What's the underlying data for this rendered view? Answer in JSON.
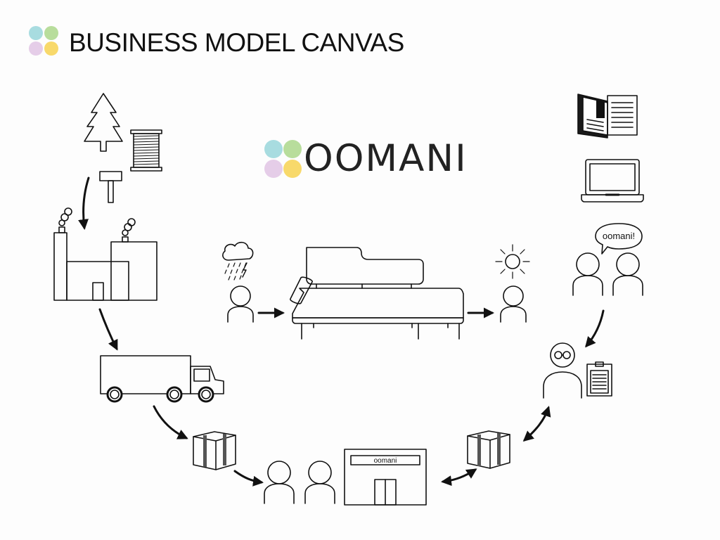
{
  "header": {
    "title": "BUSINESS MODEL CANVAS",
    "logo_colors": [
      "#a8dce0",
      "#b8dd9c",
      "#e5cde8",
      "#f8d96b"
    ]
  },
  "brand": {
    "name": "OOMANI",
    "logo_colors": [
      "#a8dce0",
      "#b8dd9c",
      "#e5cde8",
      "#f8d96b"
    ]
  },
  "shop": {
    "sign": "oomani"
  },
  "speech_bubble": {
    "text": "oomani!"
  },
  "icons": [
    "tree-icon",
    "thread-spool-icon",
    "hammer-icon",
    "factory-icon",
    "truck-icon",
    "box-icon",
    "people-icon",
    "shop-icon",
    "rain-cloud-icon",
    "sun-icon",
    "sofa-bed-icon",
    "magazine-icon",
    "laptop-icon",
    "inspector-icon",
    "clipboard-icon"
  ]
}
